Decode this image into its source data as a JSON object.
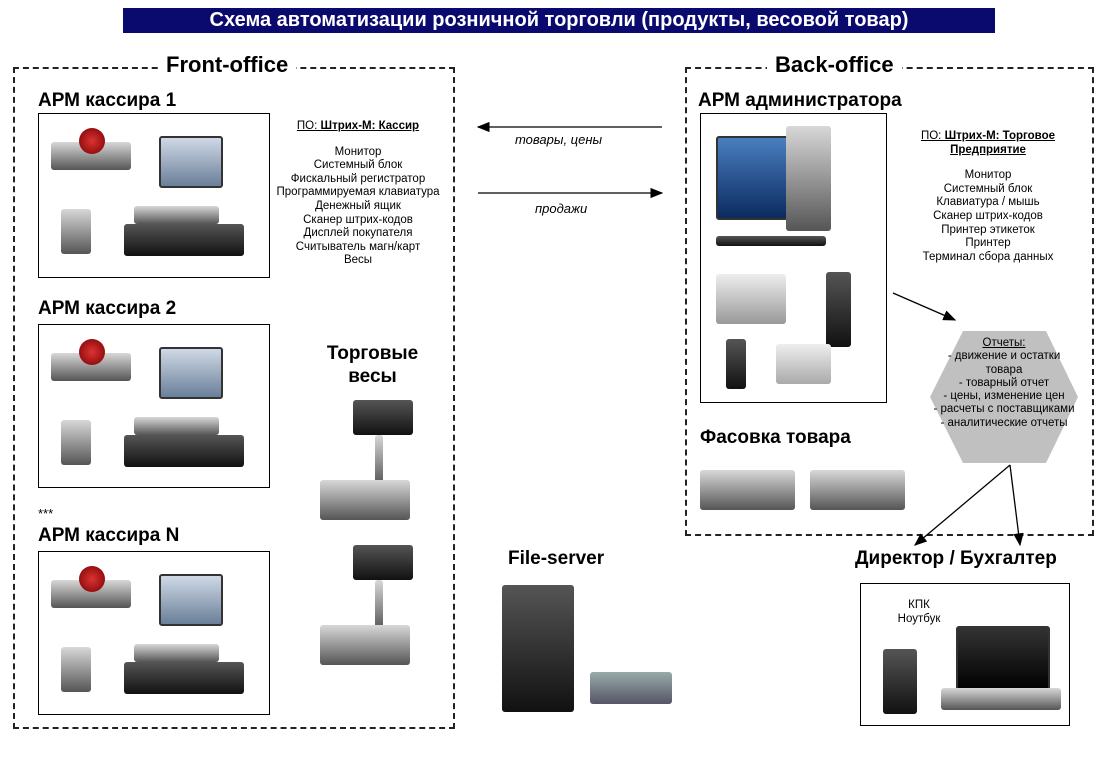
{
  "title": "Схема автоматизации розничной торговли (продукты, весовой товар)",
  "front_office": {
    "label": "Front-office",
    "cashiers": [
      {
        "label": "АРМ кассира 1"
      },
      {
        "label": "АРМ кассира 2"
      },
      {
        "label": "АРМ кассира N"
      }
    ],
    "ellipsis": "***",
    "software_prefix": "ПО: ",
    "software": "Штрих-М: Кассир",
    "equipment": [
      "Монитор",
      "Системный блок",
      "Фискальный регистратор",
      "Программируемая клавиатура",
      "Денежный ящик",
      "Сканер штрих-кодов",
      "Дисплей покупателя",
      "Считыватель магн/карт",
      "Весы"
    ],
    "scales_label": "Торговые весы"
  },
  "flows": {
    "to_front": "товары, цены",
    "to_back": "продажи"
  },
  "back_office": {
    "label": "Back-office",
    "admin_label": "АРМ администратора",
    "software_prefix": "ПО: ",
    "software": "Штрих-М: Торговое Предприятие",
    "equipment": [
      "Монитор",
      "Системный блок",
      "Клавиатура / мышь",
      "Сканер штрих-кодов",
      "Принтер этикеток",
      "Принтер",
      "Терминал сбора данных"
    ],
    "packing_label": "Фасовка товара"
  },
  "reports": {
    "title": "Отчеты:",
    "items": [
      "- движение и остатки товара",
      "- товарный отчет",
      "- цены, изменение цен",
      "- расчеты с поставщиками",
      "- аналитические отчеты"
    ]
  },
  "file_server": {
    "label": "File-server"
  },
  "director": {
    "label": "Директор / Бухгалтер",
    "devices": [
      "КПК",
      "Ноутбук"
    ]
  }
}
